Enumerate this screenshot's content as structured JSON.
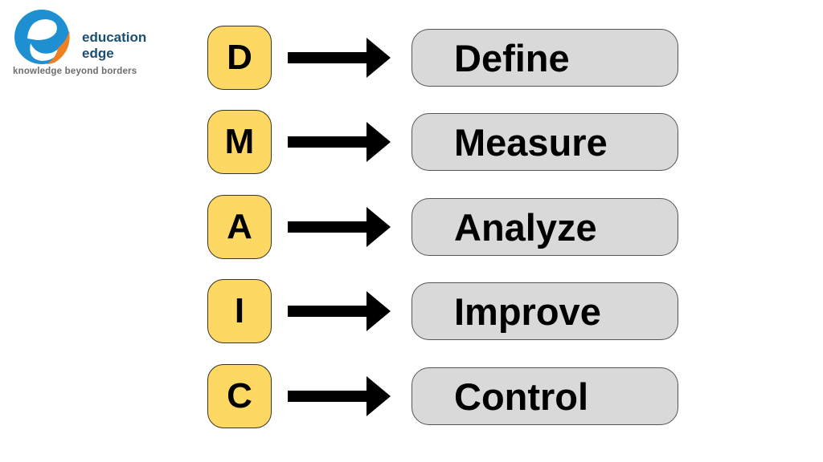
{
  "logo": {
    "name_line1": "education",
    "name_line2": "edge",
    "tagline": "knowledge beyond borders",
    "colors": {
      "blue": "#1e8fd0",
      "orange": "#f07f22",
      "text": "#1b4f72",
      "tagline": "#6d6d6d"
    }
  },
  "colors": {
    "letter_bg": "#fdd964",
    "pill_bg": "#d9d9d9",
    "arrow": "#000000"
  },
  "steps": [
    {
      "letter": "D",
      "label": "Define"
    },
    {
      "letter": "M",
      "label": "Measure"
    },
    {
      "letter": "A",
      "label": "Analyze"
    },
    {
      "letter": "I",
      "label": "Improve"
    },
    {
      "letter": "C",
      "label": "Control"
    }
  ]
}
